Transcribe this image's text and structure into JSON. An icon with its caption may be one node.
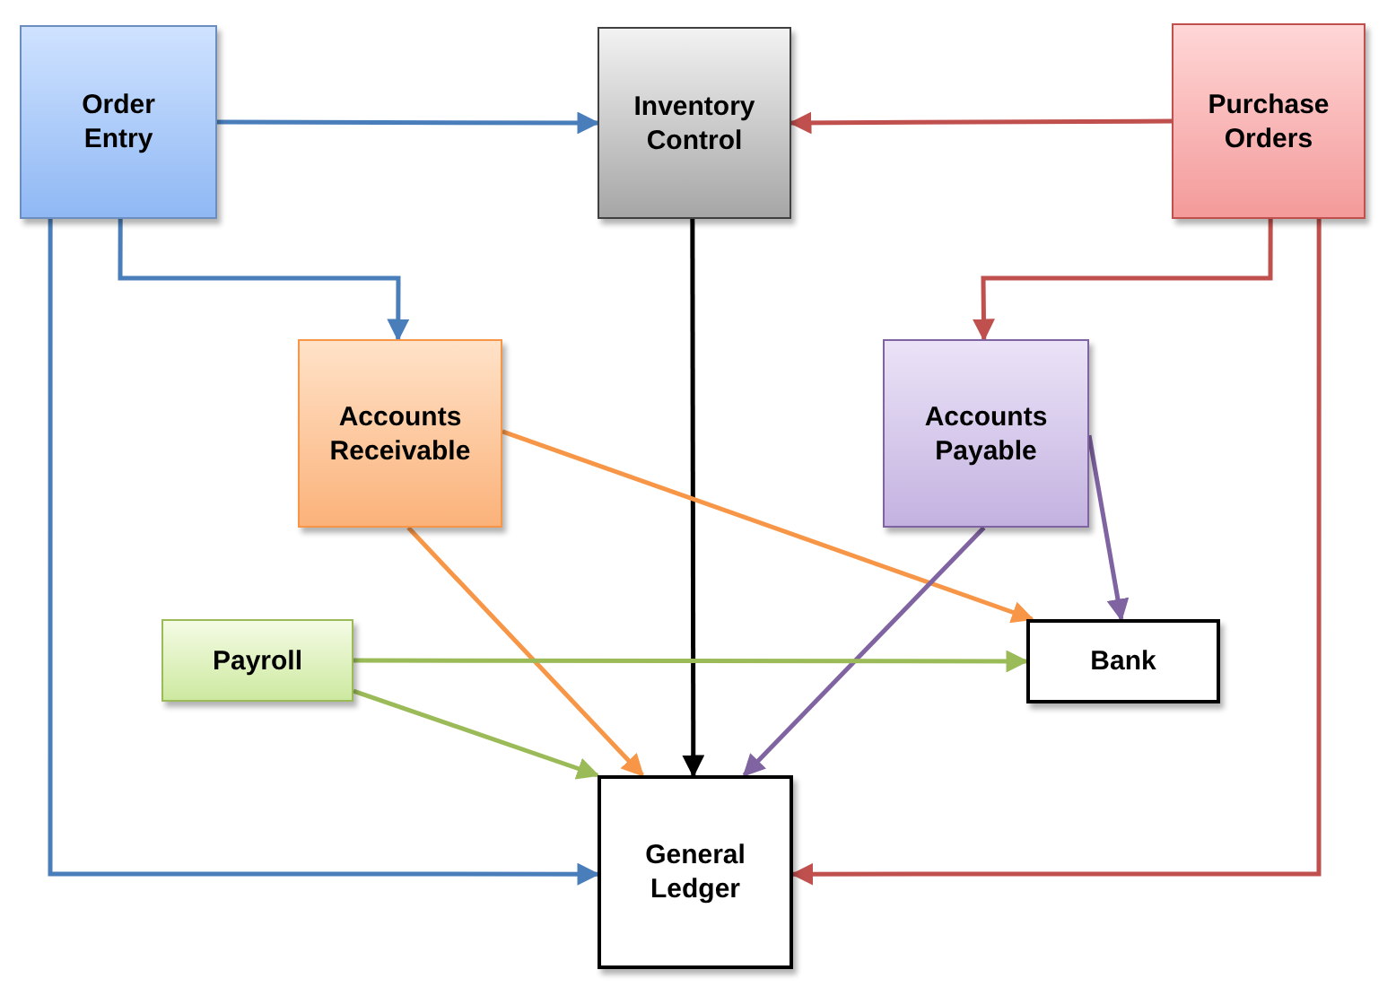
{
  "diagram": {
    "nodes": [
      {
        "text": [
          "Order Entry"
        ]
      },
      {
        "text": [
          "Inventory Control"
        ]
      },
      {
        "text": [
          "Purchase Orders"
        ]
      },
      {
        "text": [
          "Accounts Receivable"
        ]
      },
      {
        "text": [
          "Accounts Payable"
        ]
      },
      {
        "text": [
          "Payroll"
        ]
      },
      {
        "text": [
          "Bank"
        ]
      },
      {
        "text": [
          "General Ledger"
        ]
      }
    ],
    "edges": [
      {
        "from": 0,
        "to": 1,
        "arrow": "to",
        "color": "#4a7ebb"
      },
      {
        "from": 2,
        "to": 1,
        "arrow": "to",
        "color": "#c0504d"
      },
      {
        "from": 0,
        "to": 3,
        "arrow": "to",
        "color": "#4a7ebb"
      },
      {
        "from": 2,
        "to": 4,
        "arrow": "to",
        "color": "#c0504d"
      },
      {
        "from": 0,
        "to": 7,
        "arrow": "to",
        "color": "#4a7ebb"
      },
      {
        "from": 2,
        "to": 7,
        "arrow": "to",
        "color": "#c0504d"
      },
      {
        "from": 1,
        "to": 7,
        "arrow": "to",
        "color": "#000000"
      },
      {
        "from": 3,
        "to": 6,
        "arrow": "to",
        "color": "#f79646"
      },
      {
        "from": 3,
        "to": 7,
        "arrow": "to",
        "color": "#f79646"
      },
      {
        "from": 4,
        "to": 7,
        "arrow": "to",
        "color": "#8064a2"
      },
      {
        "from": 4,
        "to": 6,
        "arrow": "to",
        "color": "#8064a2"
      },
      {
        "from": 5,
        "to": 6,
        "arrow": "to",
        "color": "#9bbb59"
      },
      {
        "from": 5,
        "to": 7,
        "arrow": "to",
        "color": "#9bbb59"
      }
    ]
  }
}
